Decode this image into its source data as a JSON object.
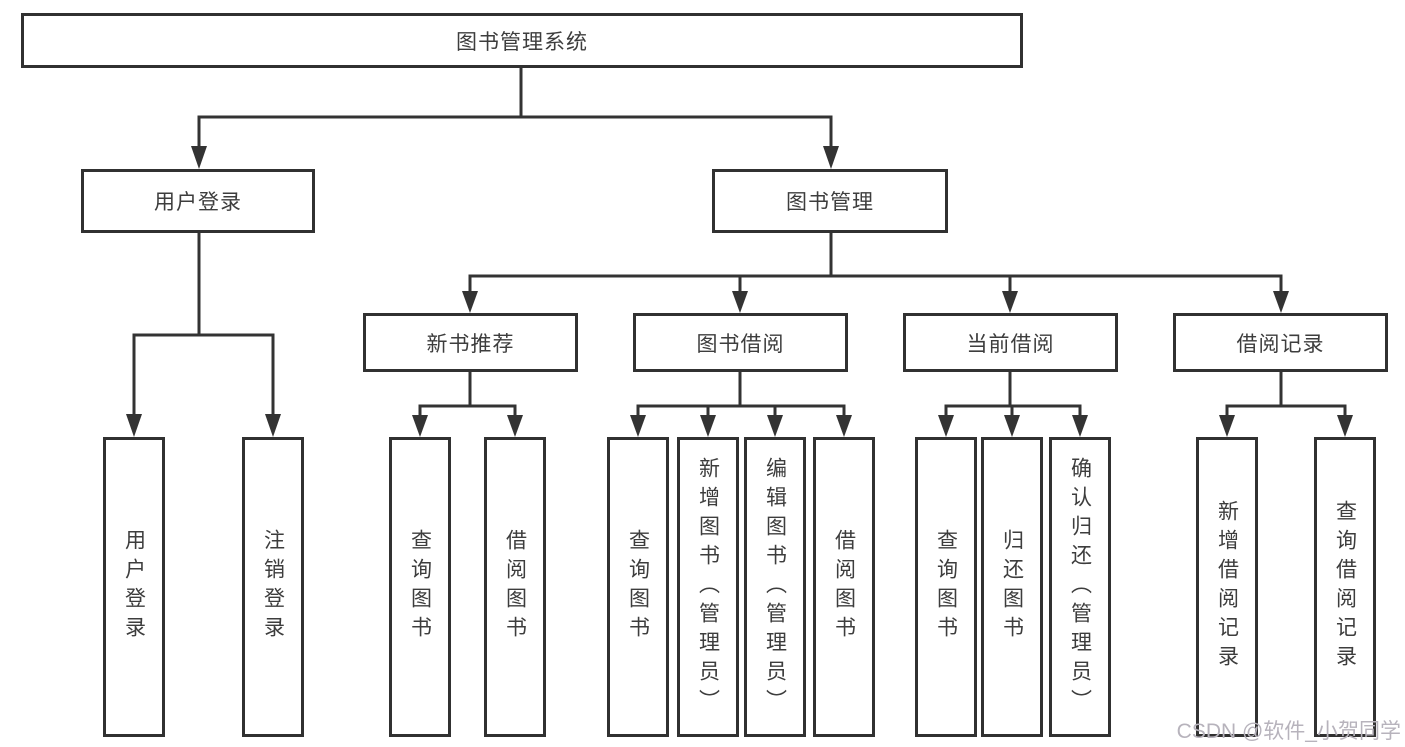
{
  "tree": {
    "root": "图书管理系统",
    "level2": [
      "用户登录",
      "图书管理"
    ],
    "level3": [
      "新书推荐",
      "图书借阅",
      "当前借阅",
      "借阅记录"
    ],
    "leaves_user_login": [
      "用户登录",
      "注销登录"
    ],
    "leaves_new_book": [
      "查询图书",
      "借阅图书"
    ],
    "leaves_book_borrow": [
      "查询图书",
      "新增图书（管理员）",
      "编辑图书（管理员）",
      "借阅图书"
    ],
    "leaves_current_borrow": [
      "查询图书",
      "归还图书",
      "确认归还（管理员）"
    ],
    "leaves_borrow_record": [
      "新增借阅记录",
      "查询借阅记录"
    ]
  },
  "watermark": {
    "text": "CSDN @软件_小贺同学"
  },
  "colors": {
    "line": "#333333",
    "box_border": "#313131",
    "text": "#3d3d3d",
    "watermark": "#b7b3bc",
    "background": "#ffffff"
  }
}
